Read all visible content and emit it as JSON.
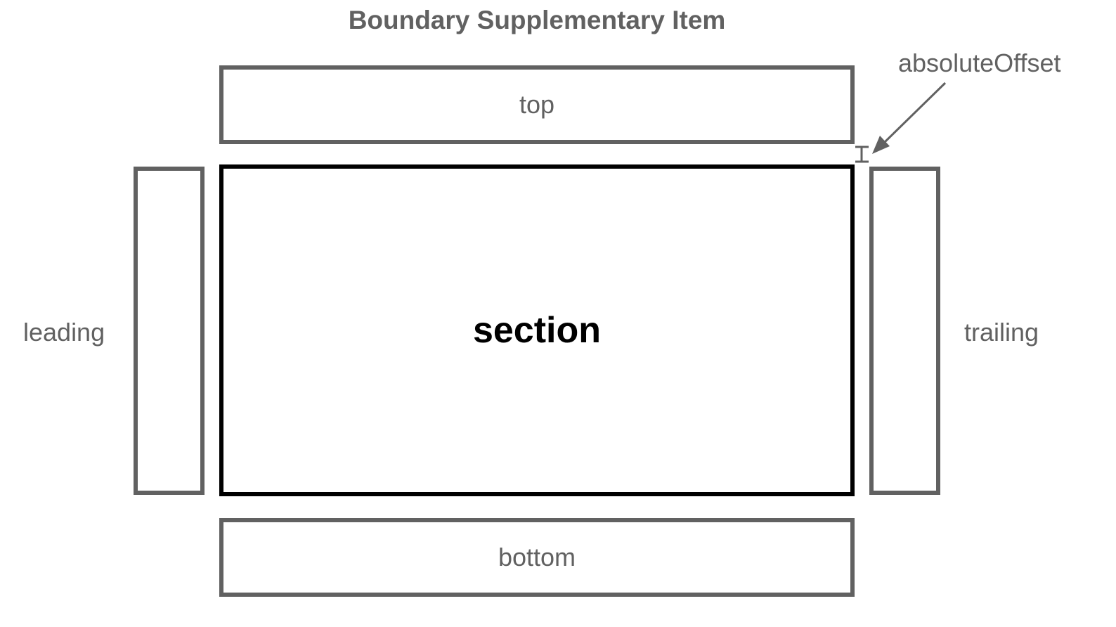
{
  "diagram": {
    "title": "Boundary Supplementary Item",
    "boxes": {
      "top": {
        "label": "top"
      },
      "section": {
        "label": "section"
      },
      "bottom": {
        "label": "bottom"
      },
      "leading": {
        "label": "leading"
      },
      "trailing": {
        "label": "trailing"
      }
    },
    "annotation": {
      "label": "absoluteOffset",
      "points_to": "gap between top item and section"
    },
    "colors": {
      "supplementary_border": "#616161",
      "section_border": "#000000",
      "text_gray": "#616161",
      "section_text": "#000000",
      "background": "#ffffff"
    }
  }
}
